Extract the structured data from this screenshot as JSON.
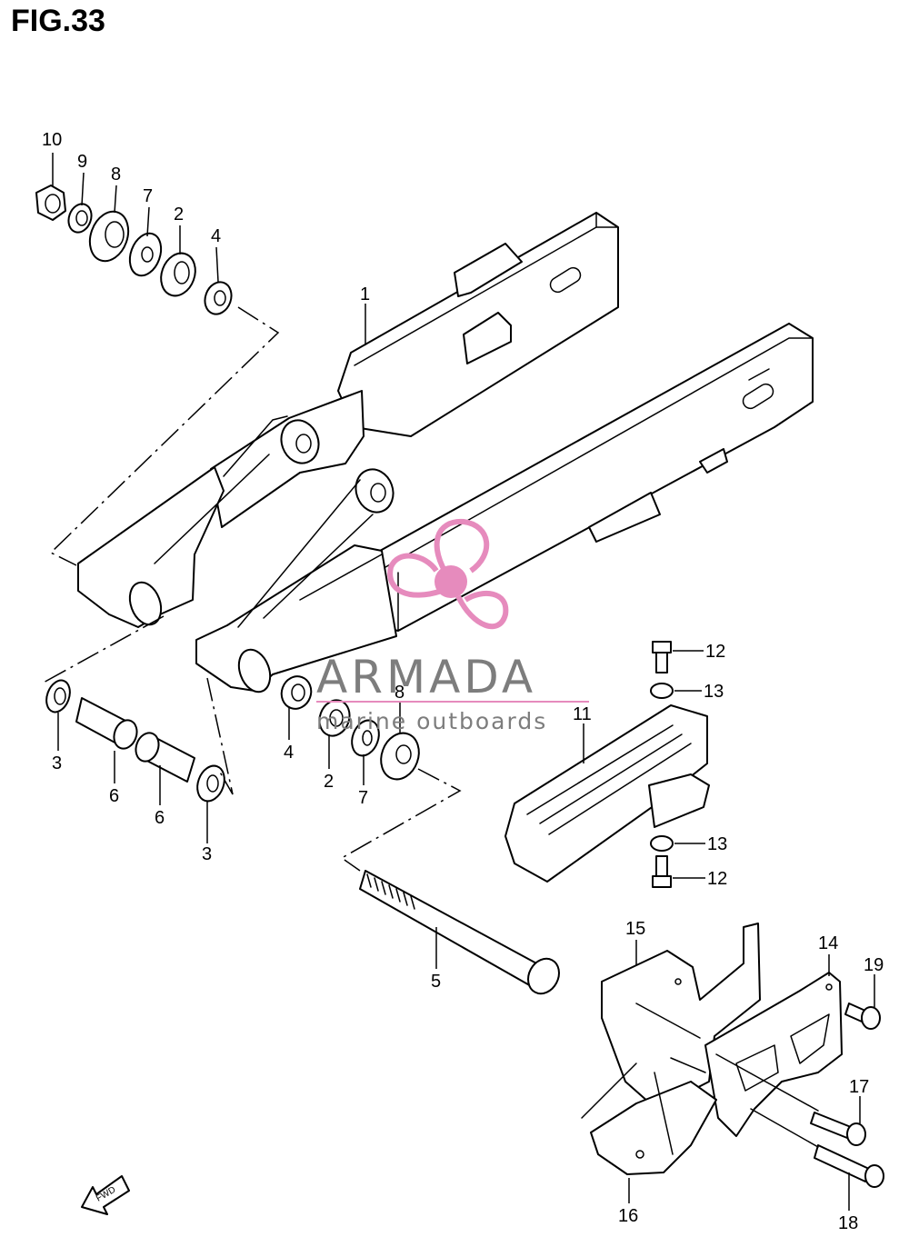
{
  "figure": {
    "title": "FIG.33"
  },
  "callouts": [
    {
      "id": "c10",
      "text": "10"
    },
    {
      "id": "c9",
      "text": "9"
    },
    {
      "id": "c8a",
      "text": "8"
    },
    {
      "id": "c7a",
      "text": "7"
    },
    {
      "id": "c2a",
      "text": "2"
    },
    {
      "id": "c4a",
      "text": "4"
    },
    {
      "id": "c1",
      "text": "1"
    },
    {
      "id": "c3a",
      "text": "3"
    },
    {
      "id": "c6a",
      "text": "6"
    },
    {
      "id": "c6b",
      "text": "6"
    },
    {
      "id": "c3b",
      "text": "3"
    },
    {
      "id": "c4b",
      "text": "4"
    },
    {
      "id": "c2b",
      "text": "2"
    },
    {
      "id": "c7b",
      "text": "7"
    },
    {
      "id": "c8b",
      "text": "8"
    },
    {
      "id": "c11",
      "text": "11"
    },
    {
      "id": "c12a",
      "text": "12"
    },
    {
      "id": "c13a",
      "text": "13"
    },
    {
      "id": "c13b",
      "text": "13"
    },
    {
      "id": "c12b",
      "text": "12"
    },
    {
      "id": "c5",
      "text": "5"
    },
    {
      "id": "c15",
      "text": "15"
    },
    {
      "id": "c14",
      "text": "14"
    },
    {
      "id": "c19",
      "text": "19"
    },
    {
      "id": "c17",
      "text": "17"
    },
    {
      "id": "c16",
      "text": "16"
    },
    {
      "id": "c18",
      "text": "18"
    }
  ],
  "watermark": {
    "brand": "ARMADA",
    "tagline": "marine outboards",
    "color": "#e68bbd"
  },
  "fwd_marker": {
    "label": "FWD"
  }
}
